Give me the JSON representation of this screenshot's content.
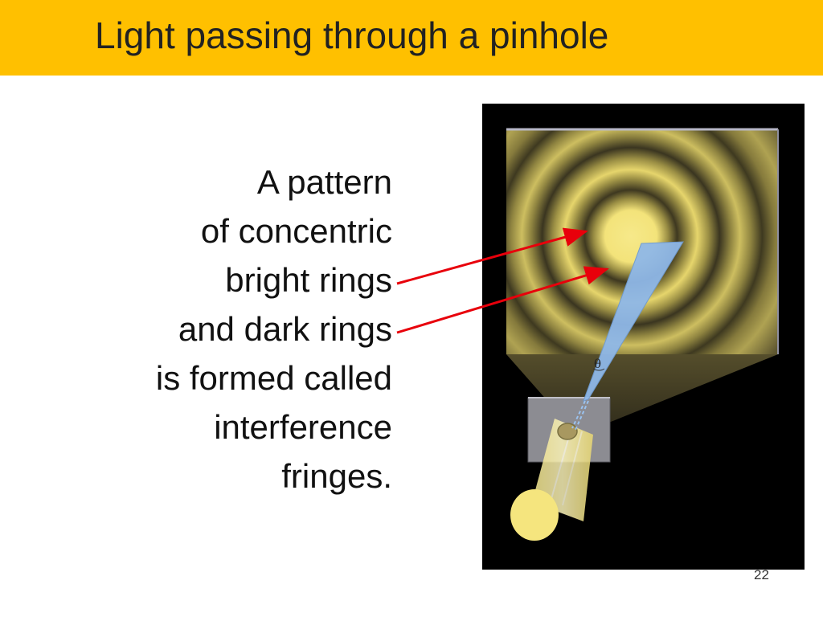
{
  "slide": {
    "title": "Light passing through a pinhole",
    "body_lines": [
      "A pattern",
      "of concentric",
      "bright rings",
      "and dark rings",
      "is formed called",
      "interference",
      "fringes."
    ],
    "page_number": "22"
  },
  "figure": {
    "angle_label": "θ",
    "colors": {
      "title_bar": "#FFC000",
      "ring_bright": "#F3E37A",
      "ring_dark": "#3E3820",
      "beam": "#8FB8E8",
      "arrow": "#E8000B"
    }
  }
}
